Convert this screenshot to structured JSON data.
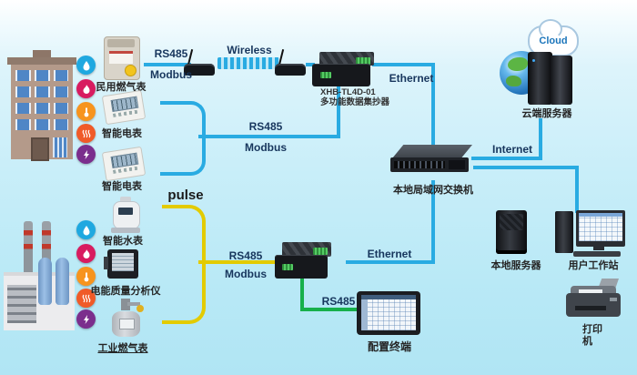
{
  "meters": {
    "residential_gas": "民用燃气表",
    "smart_meter_1": "智能电表",
    "smart_meter_2": "智能电表",
    "smart_water": "智能水表",
    "power_quality": "电能质量分析仪",
    "industrial_gas": "工业燃气表"
  },
  "devices": {
    "collector_model": "XHB-TL4D-01",
    "collector_name": "多功能数据集抄器",
    "lan_switch": "本地局域网交换机",
    "cloud_badge": "Cloud",
    "cloud_server": "云端服务器",
    "local_server": "本地服务器",
    "workstation": "用户工作站",
    "printer_line1": "打印",
    "printer_line2": "机",
    "config_terminal": "配置终端"
  },
  "links": {
    "rs485_top": "RS485",
    "modbus_top": "Modbus",
    "wireless": "Wireless",
    "ethernet_top": "Ethernet",
    "rs485_mid": "RS485",
    "modbus_mid": "Modbus",
    "internet": "Internet",
    "pulse": "pulse",
    "rs485_yellow": "RS485",
    "modbus_yellow": "Modbus",
    "ethernet_low": "Ethernet",
    "rs485_green": "RS485"
  },
  "colors": {
    "line_blue": "#29abe2",
    "line_yellow": "#e3cb00",
    "line_green": "#17b04b",
    "label_dark": "#17365d",
    "background_bottom": "#b0e5f4"
  },
  "edges": [
    {
      "from": "residential_gas_meter",
      "to": "wireless_router_a",
      "protocol": "RS485 Modbus"
    },
    {
      "from": "wireless_router_a",
      "to": "wireless_router_b",
      "protocol": "Wireless"
    },
    {
      "from": "wireless_router_b",
      "to": "data_collector_1",
      "protocol": ""
    },
    {
      "from": "smart_electric_meter_1",
      "to": "data_collector_1",
      "protocol": "RS485 Modbus"
    },
    {
      "from": "smart_electric_meter_2",
      "to": "data_collector_1",
      "protocol": "RS485 Modbus"
    },
    {
      "from": "data_collector_1",
      "to": "lan_switch",
      "protocol": "Ethernet"
    },
    {
      "from": "lan_switch",
      "to": "cloud_server",
      "protocol": "Internet"
    },
    {
      "from": "lan_switch",
      "to": "user_workstation",
      "protocol": ""
    },
    {
      "from": "smart_water_meter",
      "to": "data_collector_2",
      "protocol": "pulse"
    },
    {
      "from": "industrial_gas_meter",
      "to": "data_collector_2",
      "protocol": "pulse"
    },
    {
      "from": "meter_bus",
      "to": "data_collector_2",
      "protocol": "RS485 Modbus"
    },
    {
      "from": "data_collector_2",
      "to": "lan_switch",
      "protocol": "Ethernet"
    },
    {
      "from": "data_collector_2",
      "to": "config_terminal",
      "protocol": "RS485"
    }
  ]
}
